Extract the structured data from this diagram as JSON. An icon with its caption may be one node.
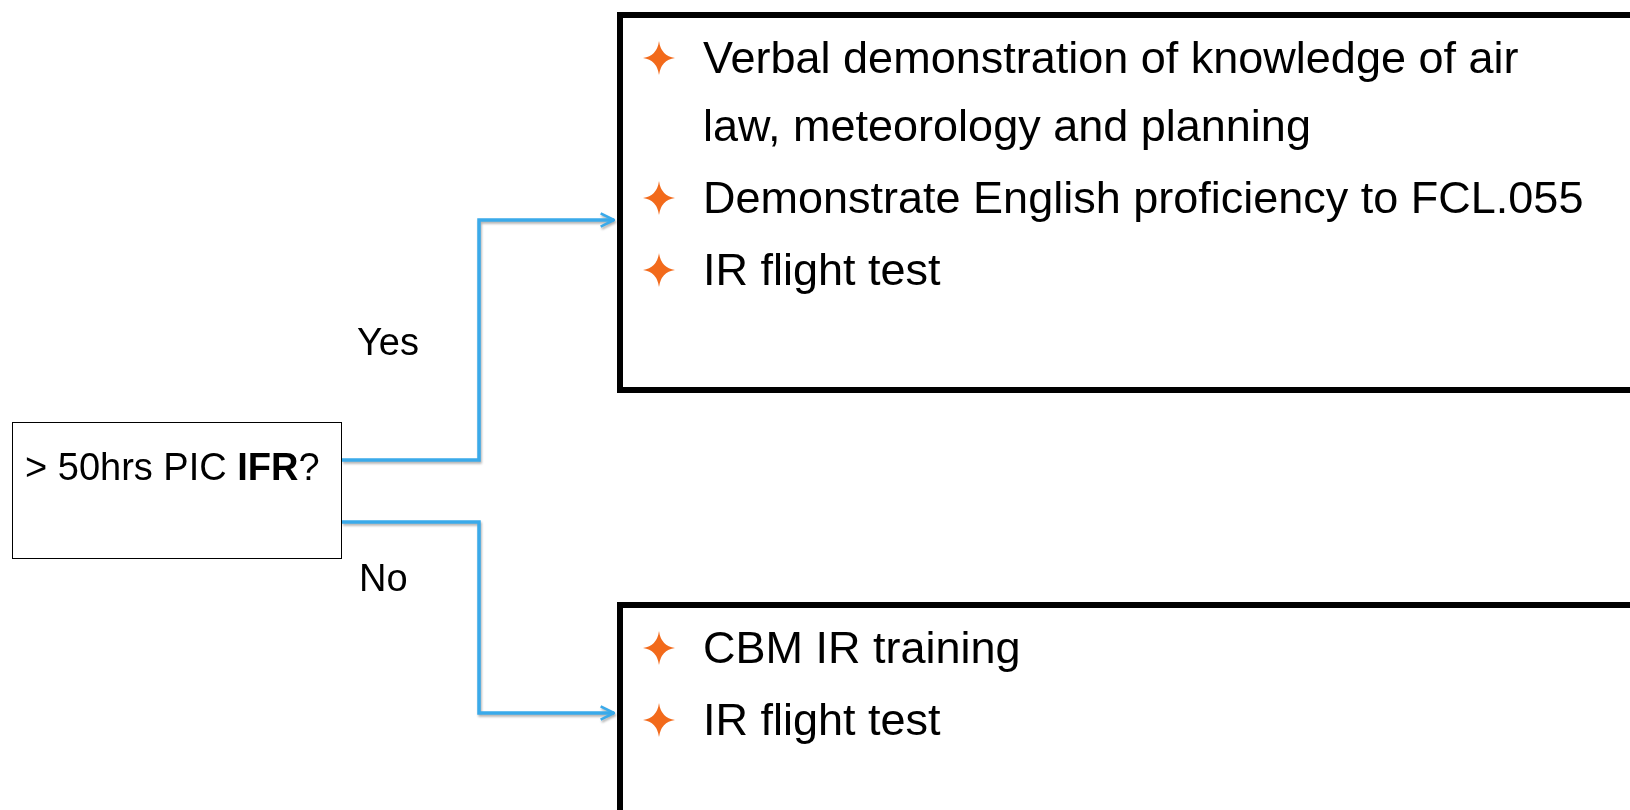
{
  "diagram": {
    "nodes": [
      {
        "text": [
          "> 50hrs PIC **IFR**?"
        ]
      },
      {
        "text": [
          "Verbal demonstration of knowledge of air law, meteorology and planning",
          "Demonstrate English proficiency to FCL.055",
          "IR flight test"
        ]
      },
      {
        "text": [
          "CBM IR training",
          "IR flight test"
        ]
      }
    ],
    "edges": [
      {
        "from": 0,
        "to": 1,
        "arrow": "to",
        "label": "Yes"
      },
      {
        "from": 0,
        "to": 2,
        "arrow": "to",
        "label": "No"
      }
    ]
  }
}
